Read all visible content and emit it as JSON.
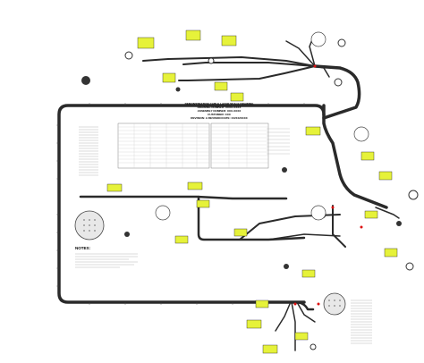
{
  "title_block": {
    "line1": "DEMONSTRATION CABLE LAYUP SCALE DRAWING",
    "line2": "DRAWING NUMBER: XXXX-XXXX",
    "line3": "ASSEMBLY NUMBER: XXX-XXXX",
    "line4": "CUSTOMER: XXX",
    "line5": "REVISION: A   REVISION DATE: XX/XX/XXXX"
  },
  "notes": {
    "title": "NOTES:"
  },
  "colors": {
    "cable": "#2a2a2a",
    "label_fill": "#e6f23a",
    "label_text": "#2a8a2a",
    "connector": "#555555"
  },
  "icons": [
    "connector-round-icon",
    "connector-circular-large-icon",
    "splice-icon",
    "wire-marker-icon"
  ]
}
